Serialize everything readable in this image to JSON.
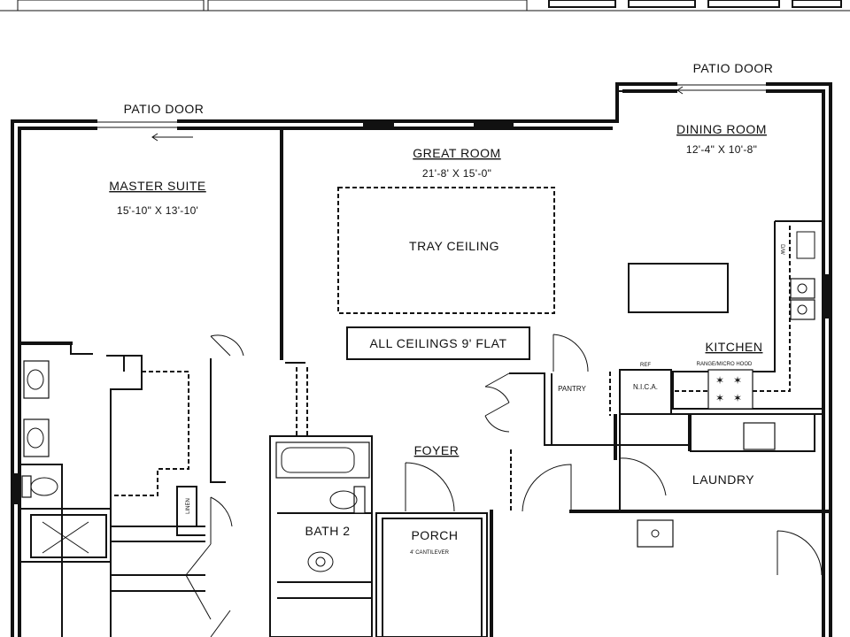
{
  "plan": {
    "labels": {
      "patio_door_left": "PATIO DOOR",
      "patio_door_right": "PATIO DOOR",
      "master_suite": "MASTER SUITE",
      "master_suite_dims": "15'-10\" X 13'-10'",
      "great_room": "GREAT ROOM",
      "great_room_dims": "21'-8' X 15'-0\"",
      "tray_ceiling": "TRAY CEILING",
      "all_ceilings": "ALL CEILINGS 9' FLAT",
      "dining_room": "DINING ROOM",
      "dining_room_dims": "12'-4\" X 10'-8\"",
      "kitchen": "KITCHEN",
      "range_micro_hood": "RANGE/MICRO HOOD",
      "pantry": "PANTRY",
      "nica": "N.I.C.A.",
      "ref": "REF",
      "dw": "D/W",
      "foyer": "FOYER",
      "laundry": "LAUNDRY",
      "bath_2": "BATH 2",
      "porch": "PORCH",
      "porch_note": "4' CANTILEVER",
      "linen": "LINEN"
    }
  }
}
